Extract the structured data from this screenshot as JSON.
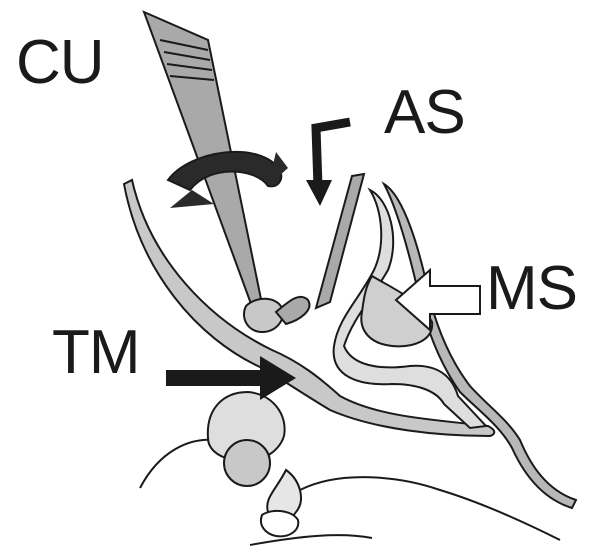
{
  "labels": {
    "cu": "CU",
    "as": "AS",
    "ms": "MS",
    "tm": "TM"
  },
  "colors": {
    "background": "#ffffff",
    "ink": "#1a1a1a",
    "instrument_gray": "#a9a9a9",
    "tissue_gray": "#c8c8c8",
    "light_gray": "#dedede",
    "white_arrow": "#ffffff"
  }
}
